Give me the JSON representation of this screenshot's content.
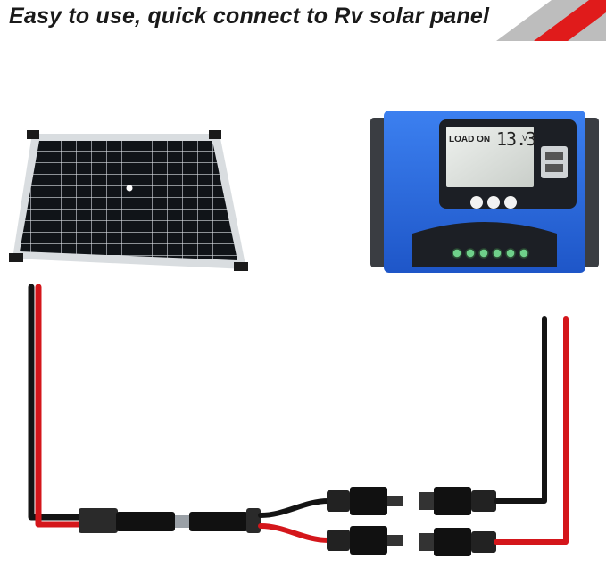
{
  "banner": {
    "title": "Easy to use, quick connect to Rv solar panel",
    "accent_colors": {
      "grey": "#b9b9b9",
      "red": "#e01b1b"
    }
  },
  "controller": {
    "lcd_label": "LOAD ON",
    "lcd_value": "13.3",
    "lcd_unit": "V",
    "body_color": "#2f6fe0"
  },
  "cables": {
    "red": "#d4161b",
    "black": "#141414"
  }
}
